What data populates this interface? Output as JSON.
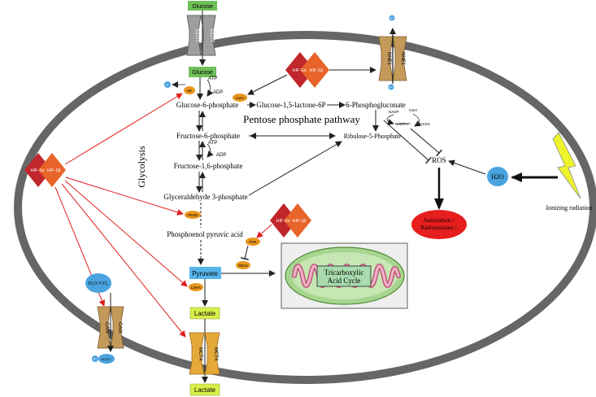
{
  "title": "",
  "metabolites": {
    "glucose_out": "Glucose",
    "glucose_in": "Glucose",
    "g6p": "Glucose-6-phosphate",
    "f6p": "Fructose-6-phosphate",
    "f16bp": "Fructose-1,6-phosphate",
    "g3p": "Glyceraldehyde 3-phosphate",
    "pep": "Phosphoenol pyruvic acid",
    "pyruvate": "Pyruvate",
    "lactate_in": "Lactate",
    "lactate_out": "Lactate",
    "g15l6p": "Glucose-1,5-lactone-6P",
    "pg6": "6-Phosphogluconate",
    "r5p": "Ribulose-5-Phosphate",
    "ros": "ROS",
    "h2o": "H2O",
    "h2o_co2": "H₂O+CO₂",
    "hco3": "HCO3⁻"
  },
  "cofactors": {
    "atp1": "ATP",
    "adp1": "ADP",
    "atp2": "ATP",
    "adp2": "ADP",
    "nadp": "NADP",
    "nadph": "NADPH",
    "gsh": "GSH",
    "gssg": "GSSG",
    "h_plus": "H⁺",
    "p": "P"
  },
  "enzymes": {
    "hk": "HK",
    "g6pd": "G6PD",
    "pkm2": "PKM2",
    "ldha": "LDHA",
    "pdk": "PDK",
    "pdh": "PDH1"
  },
  "transporters": {
    "glut": "GLUT",
    "nhe1": "NHE1",
    "caix": "CAIX",
    "mct4": "MCT4"
  },
  "hif": {
    "alpha": "HIF-1α",
    "beta": "HIF-1β"
  },
  "labels": {
    "glycolysis": "Glycolysis",
    "ppp": "Pentose phosphate pathway",
    "tca": "Tricarboxylic Acid Cycle",
    "outcome": "Antioxidant ↑ Radioresistant ↑",
    "ionizing": "Ionizing radiation"
  },
  "colors": {
    "membrane": "#666666",
    "metabolite_green": "#6fbf5a",
    "lactate_yellow": "#d9ef4a",
    "pyruvate_blue": "#56b4e9",
    "transporter": "#c49a5a",
    "mct4": "#e5a93a",
    "enzyme": "#e8961c",
    "hif_red": "#c0262c",
    "hif_orange": "#e8642a",
    "arrow_red": "#e02020",
    "ros_red": "#e61e1e",
    "lightning": "#eef52a",
    "water_blue": "#4aa3df"
  },
  "icons": [
    "lightning-bolt-icon",
    "mitochondrion-icon"
  ]
}
